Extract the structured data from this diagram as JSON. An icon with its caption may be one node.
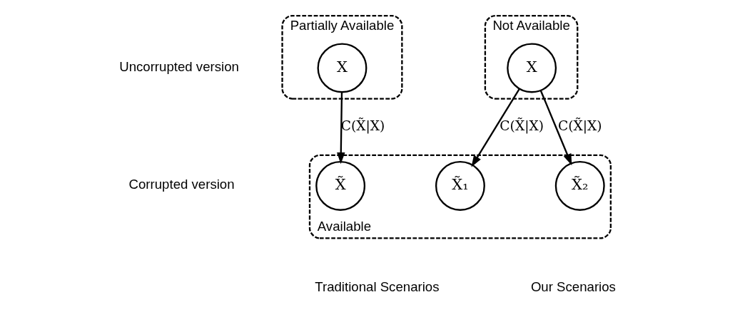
{
  "diagram": {
    "nodes": [
      {
        "text": [
          "Partially Available"
        ]
      },
      {
        "text": [
          "X"
        ],
        "in": 0
      },
      {
        "text": [
          "Not Available"
        ]
      },
      {
        "text": [
          "X"
        ],
        "in": 2
      },
      {
        "text": [
          "Available"
        ]
      },
      {
        "text": [
          "X̃"
        ],
        "in": 4
      },
      {
        "text": [
          "X̃₁"
        ],
        "in": 4
      },
      {
        "text": [
          "X̃₂"
        ],
        "in": 4
      }
    ],
    "edges": [
      {
        "from": 1,
        "to": 5,
        "arrow": "to",
        "label": "C(X̃|X)"
      },
      {
        "from": 3,
        "to": 6,
        "arrow": "to",
        "label": "C(X̃|X)"
      },
      {
        "from": 3,
        "to": 7,
        "arrow": "to",
        "label": "C(X̃|X)"
      }
    ],
    "labels": [
      "Uncorrupted version",
      "Corrupted version",
      "Traditional Scenarios",
      "Our Scenarios"
    ]
  }
}
